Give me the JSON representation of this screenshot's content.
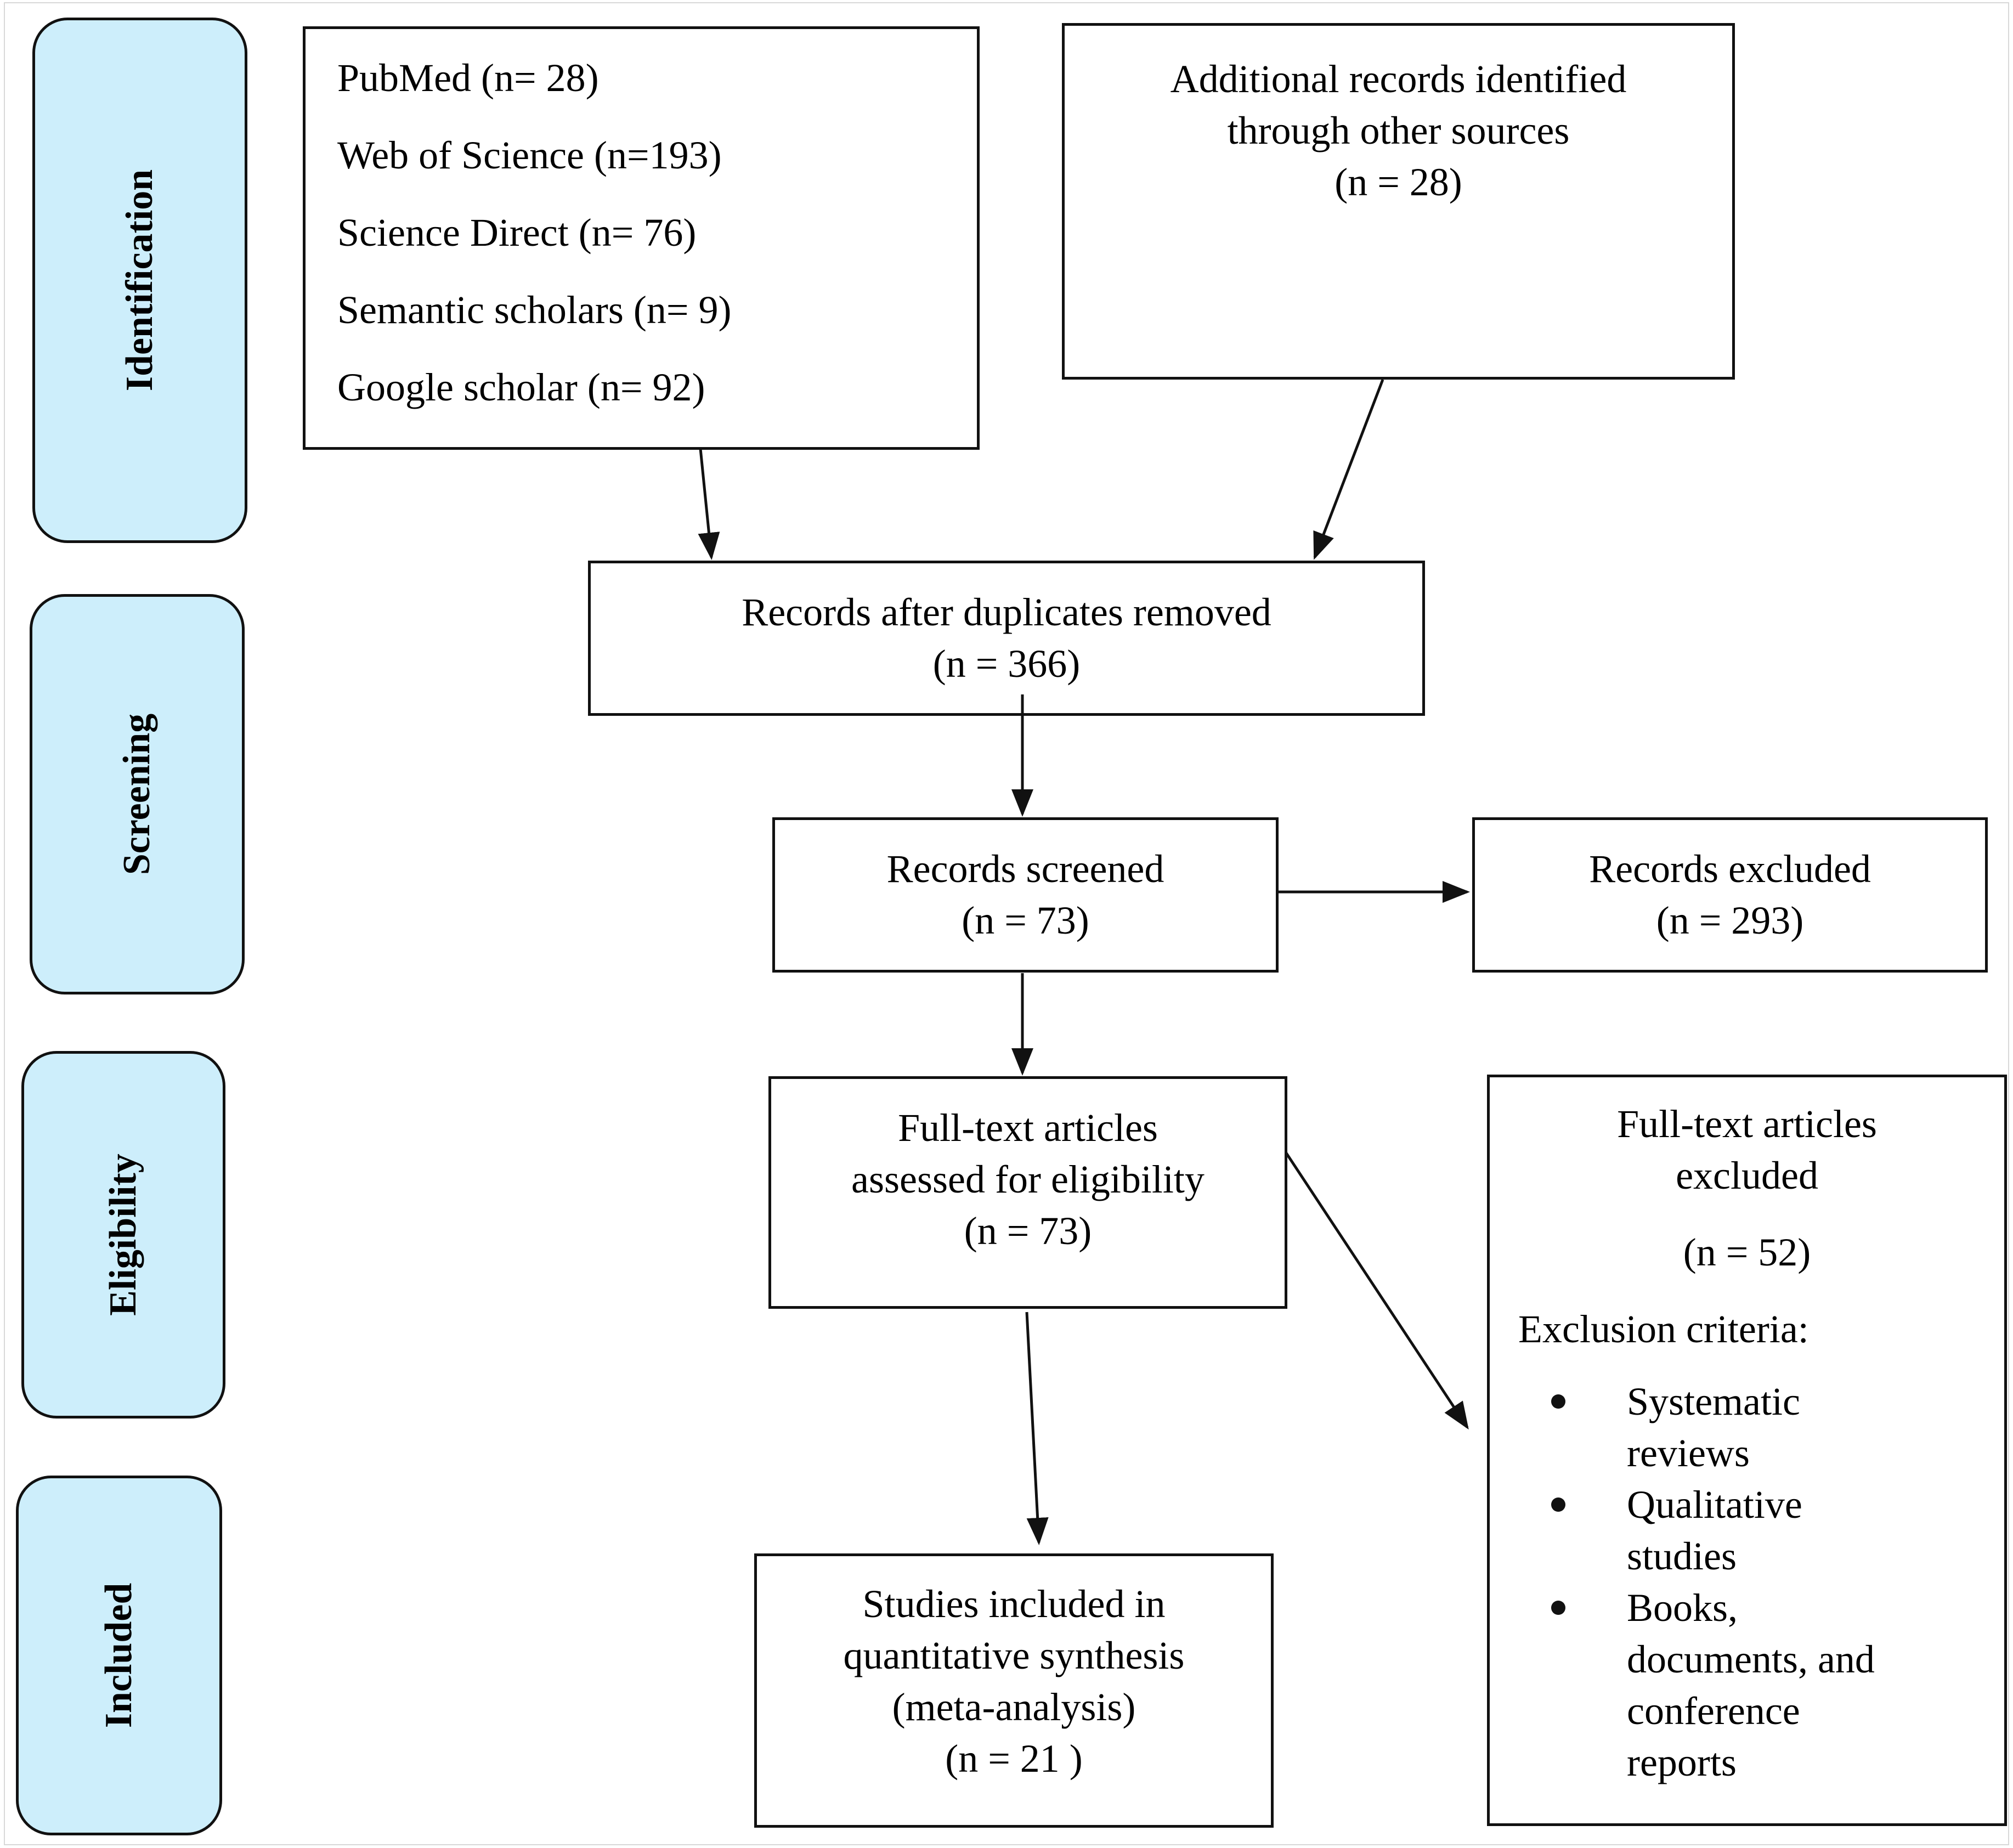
{
  "phases": {
    "identification": "Identification",
    "screening": "Screening",
    "eligibility": "Eligibility",
    "included": "Included"
  },
  "databases": [
    "PubMed (n= 28)",
    " Web of Science (n=193)",
    "Science Direct (n= 76)",
    "Semantic scholars (n= 9)",
    "Google scholar (n= 92)"
  ],
  "other_sources": {
    "line1": "Additional records identified",
    "line2": "through other sources",
    "count": "(n = 28)"
  },
  "duplicates_removed": {
    "label": "Records after duplicates removed",
    "count": "(n =   366)"
  },
  "screened": {
    "label": "Records screened",
    "count": "(n = 73)"
  },
  "excluded": {
    "label": "Records excluded",
    "count": "(n = 293)"
  },
  "fulltext_assessed": {
    "line1": "Full-text articles",
    "line2": "assessed for eligibility",
    "count": "(n = 73)"
  },
  "fulltext_excluded": {
    "line1": "Full-text articles",
    "line2": "excluded",
    "count": "(n = 52)",
    "criteria_title": "Exclusion criteria:",
    "criteria": [
      [
        "Systematic",
        "reviews"
      ],
      [
        "Qualitative",
        "studies"
      ],
      [
        "Books,",
        "documents, and",
        "conference",
        "reports"
      ]
    ]
  },
  "included_studies": {
    "line1": "Studies included in",
    "line2": "quantitative synthesis",
    "line3": "(meta-analysis)",
    "count": "(n =  21 )"
  }
}
